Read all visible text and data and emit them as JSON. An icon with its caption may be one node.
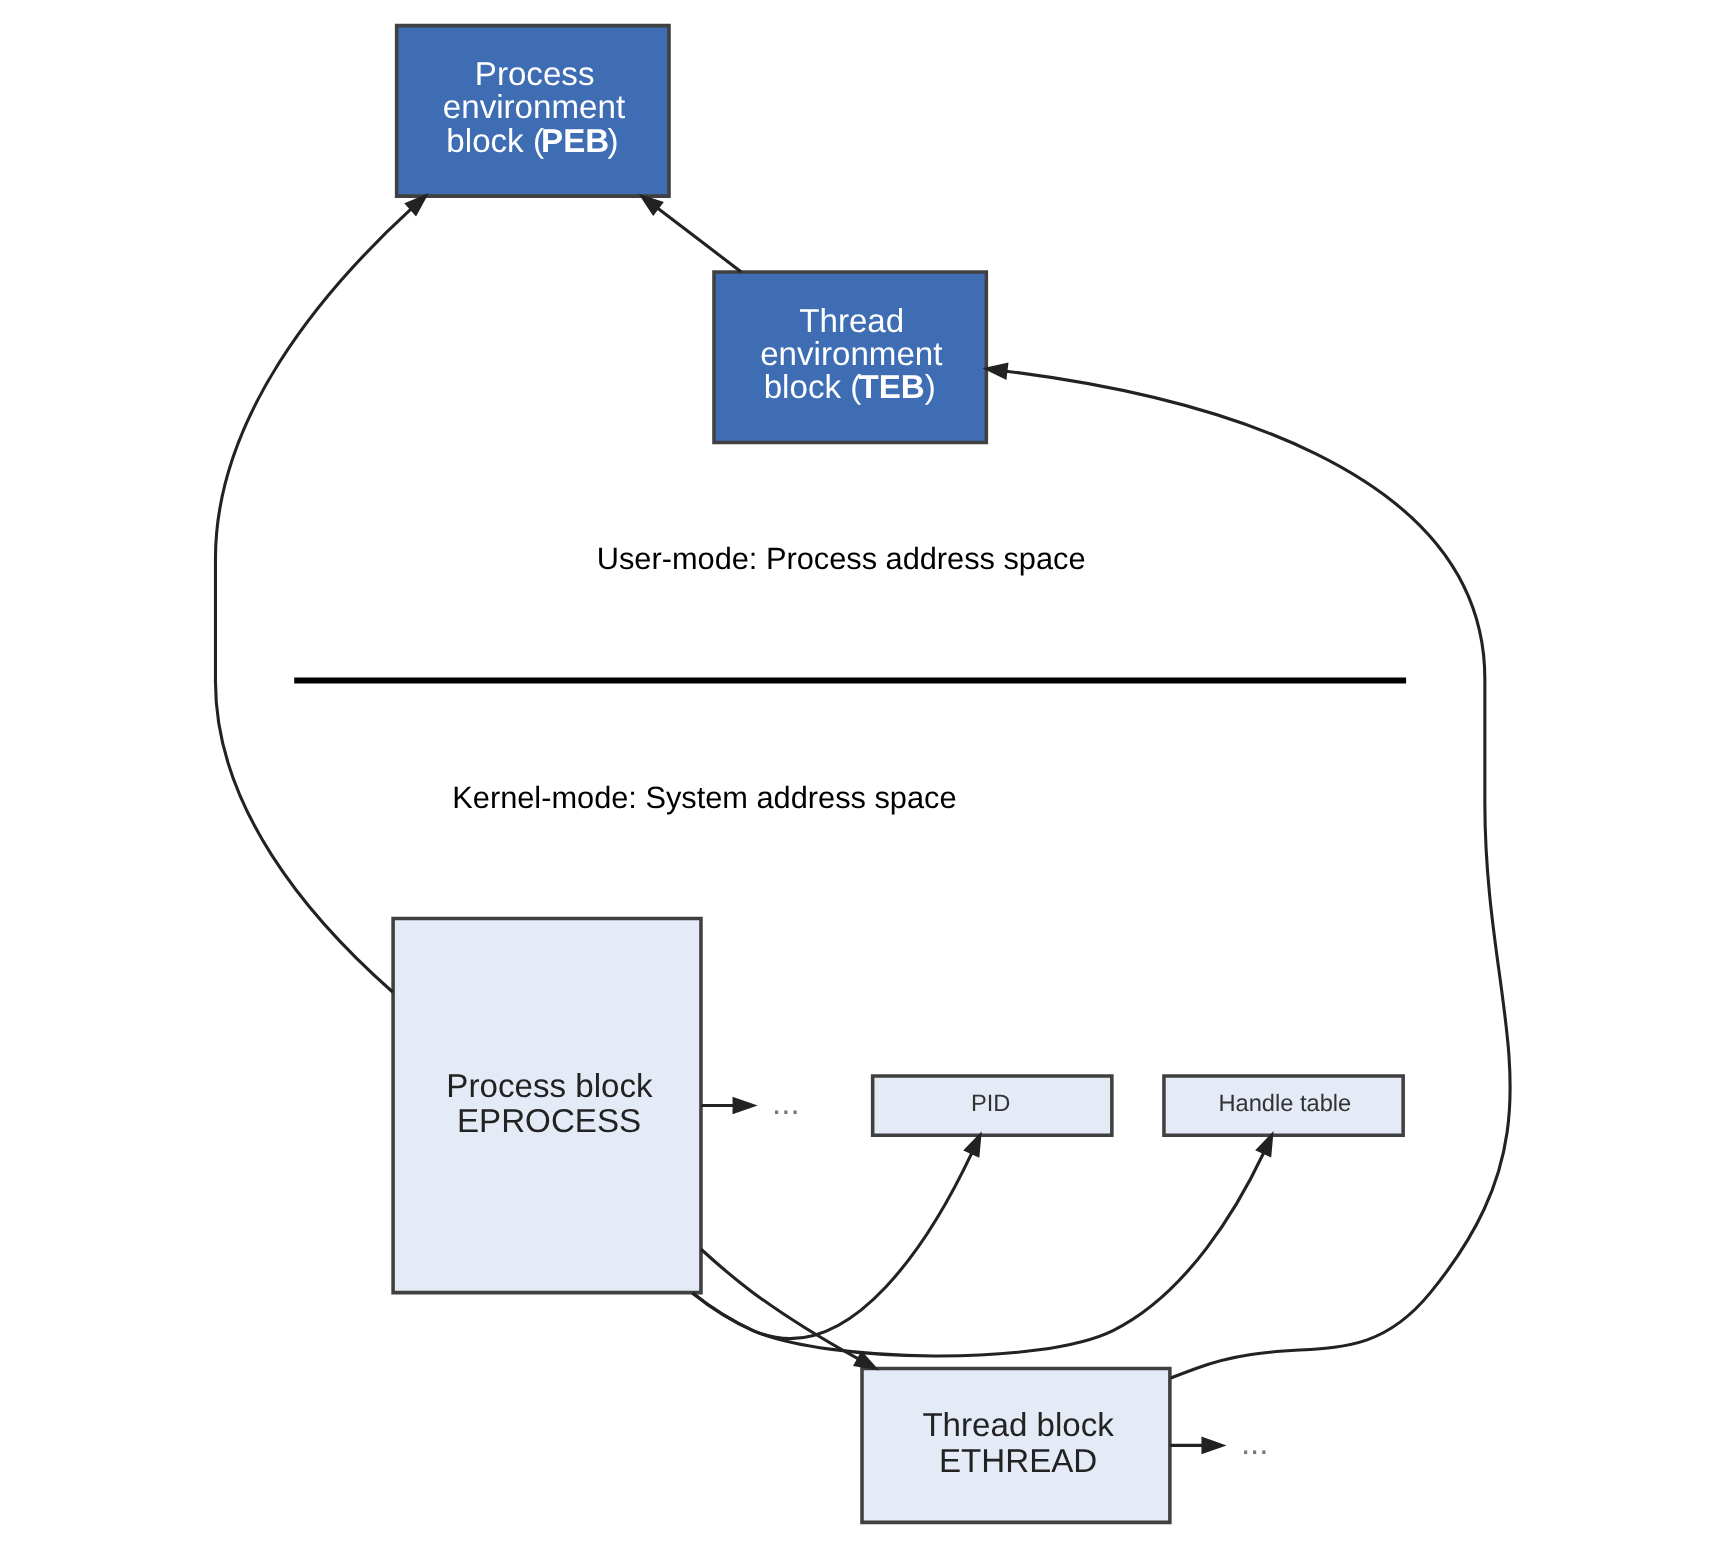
{
  "diagram": {
    "nodes": [
      {
        "text": [
          "Process environment block (**PEB**)"
        ]
      },
      {
        "text": [
          "Thread environment block (**TEB**)"
        ]
      },
      {
        "text": [
          "Process block EPROCESS"
        ]
      },
      {
        "text": [
          "Handle table"
        ]
      },
      {
        "text": [
          "PID"
        ]
      },
      {
        "text": [
          "..."
        ]
      },
      {
        "text": [
          "Thread block ETHREAD"
        ]
      },
      {
        "text": [
          "..."
        ]
      }
    ],
    "edges": [
      {
        "from": 2,
        "to": 0,
        "arrow": "to"
      },
      {
        "from": 1,
        "to": 0,
        "arrow": "to"
      },
      {
        "from": 2,
        "to": 3,
        "arrow": "to"
      },
      {
        "from": 2,
        "to": 4,
        "arrow": "to"
      },
      {
        "from": 2,
        "to": 5,
        "arrow": "to"
      },
      {
        "from": 2,
        "to": 6,
        "arrow": "to"
      },
      {
        "from": 6,
        "to": 1,
        "arrow": "to"
      },
      {
        "from": 6,
        "to": 7,
        "arrow": "to"
      }
    ],
    "labels": [
      "User-mode: Process address space",
      "Kernel-mode: System address space"
    ]
  }
}
